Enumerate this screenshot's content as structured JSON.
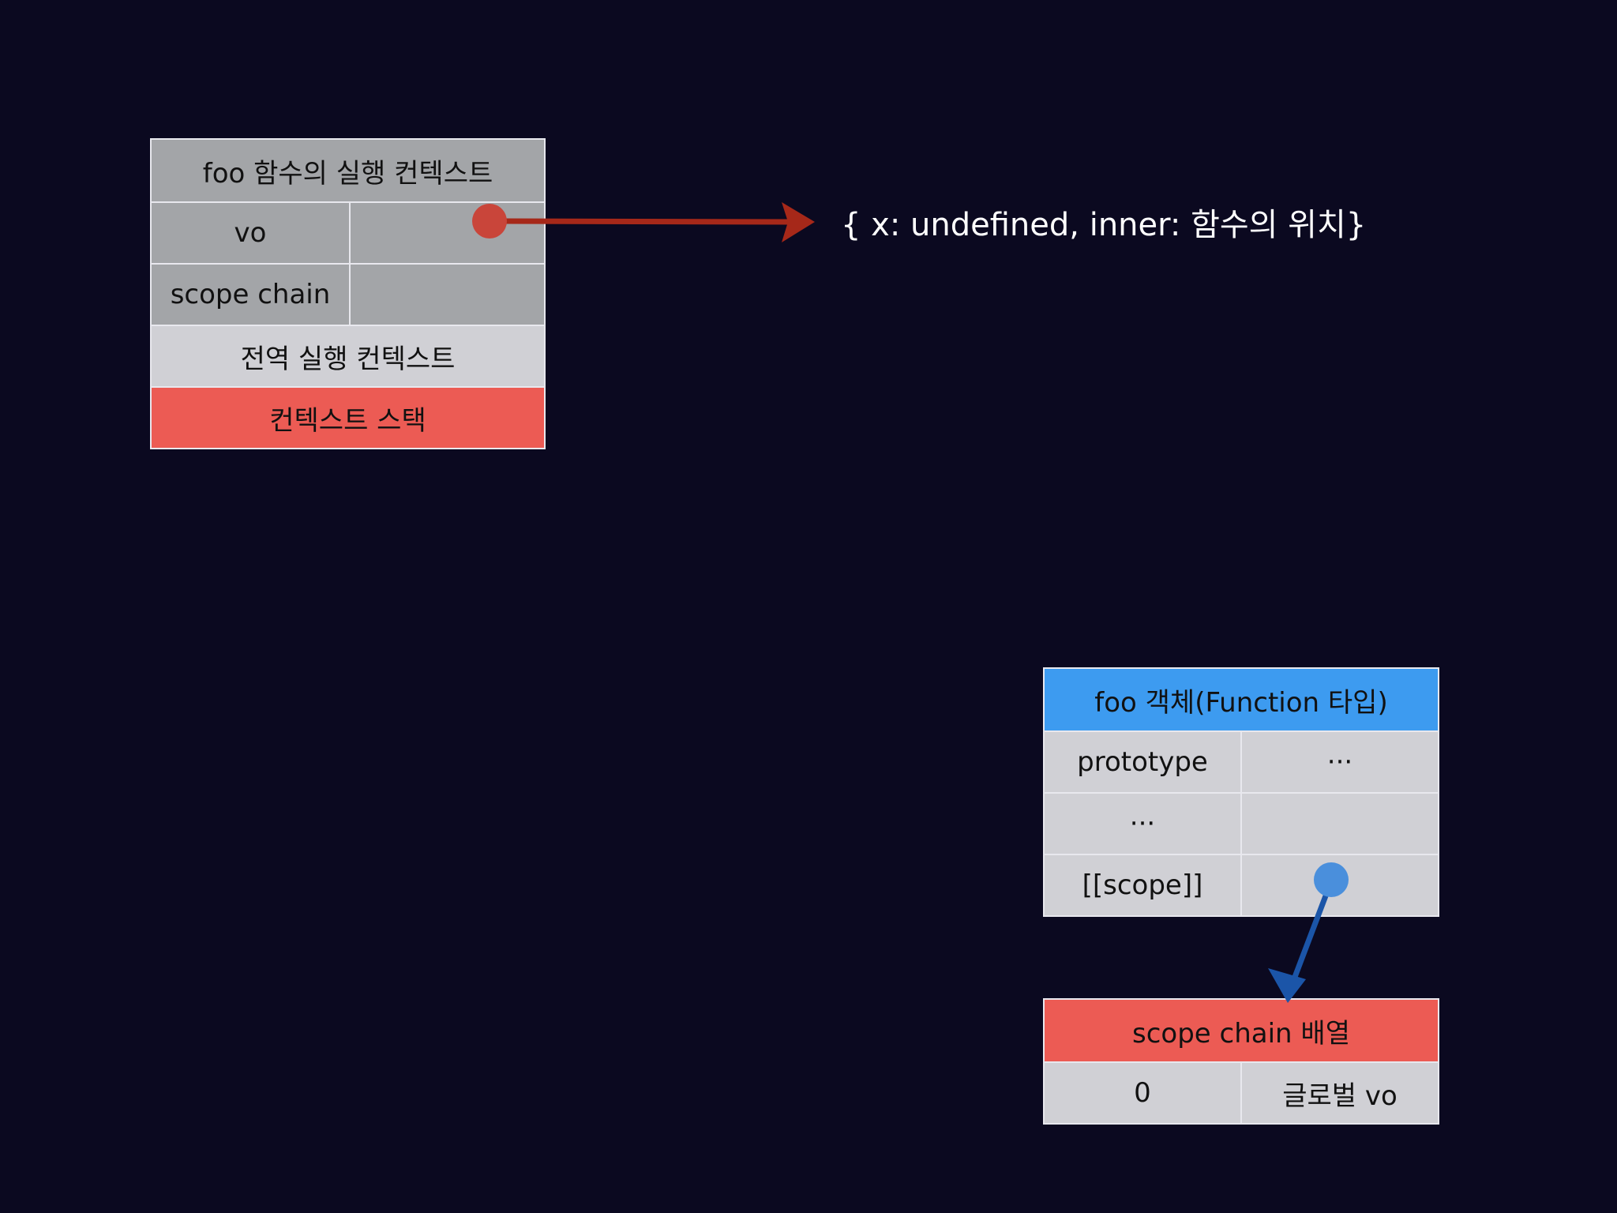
{
  "colors": {
    "background": "#0b0920",
    "gray_dark": "#a3a5a8",
    "gray_light": "#d0d0d5",
    "red": "#ec5b54",
    "blue": "#3d9bf0",
    "arrow_red": "#a62819",
    "arrow_blue": "#1b55a8"
  },
  "context_stack": {
    "foo_context_title": "foo 함수의 실행 컨텍스트",
    "vo_label": "vo",
    "scope_chain_label": "scope chain",
    "global_context": "전역 실행 컨텍스트",
    "stack_label": "컨텍스트 스택"
  },
  "vo_object_text": "{ x: undefined, inner: 함수의 위치}",
  "foo_object": {
    "title": "foo 객체(Function 타입)",
    "rows": [
      {
        "key": "prototype",
        "value": "···"
      },
      {
        "key": "···",
        "value": ""
      },
      {
        "key": "[[scope]]",
        "value": ""
      }
    ]
  },
  "scope_chain_array": {
    "title": "scope chain 배열",
    "rows": [
      {
        "index": "0",
        "value": "글로벌 vo"
      }
    ]
  }
}
